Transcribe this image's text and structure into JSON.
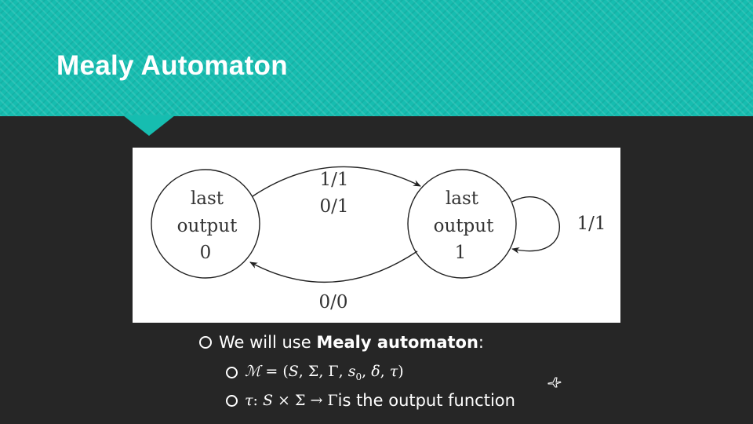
{
  "slide": {
    "title": "Mealy Automaton"
  },
  "diagram": {
    "states": [
      {
        "id": "s0",
        "lines": [
          "last",
          "output",
          "0"
        ]
      },
      {
        "id": "s1",
        "lines": [
          "last",
          "output",
          "1"
        ]
      }
    ],
    "transitions": [
      {
        "from": "s0",
        "to": "s1",
        "labels": [
          "1/1",
          "0/1"
        ]
      },
      {
        "from": "s1",
        "to": "s0",
        "labels": [
          "0/0"
        ]
      },
      {
        "from": "s1",
        "to": "s1",
        "labels": [
          "1/1"
        ]
      }
    ]
  },
  "bullets": {
    "main": {
      "prefix": "We will use ",
      "bold": "Mealy automaton",
      "suffix": ":"
    },
    "sub1": {
      "lhs": "ℳ",
      "eq": " = ",
      "tuple_open": "(",
      "items": [
        "S",
        "Σ",
        "Γ",
        "s",
        "δ",
        "τ"
      ],
      "sub_zero": "0",
      "tuple_close": ")"
    },
    "sub2": {
      "lhs": "τ",
      "colon": ": ",
      "expr_s": "S",
      "times": " × ",
      "sigma": "Σ",
      "arrow": " → ",
      "gamma": "Γ",
      "text": " is the output function"
    }
  },
  "icons": {
    "decor": "airplane-icon"
  }
}
